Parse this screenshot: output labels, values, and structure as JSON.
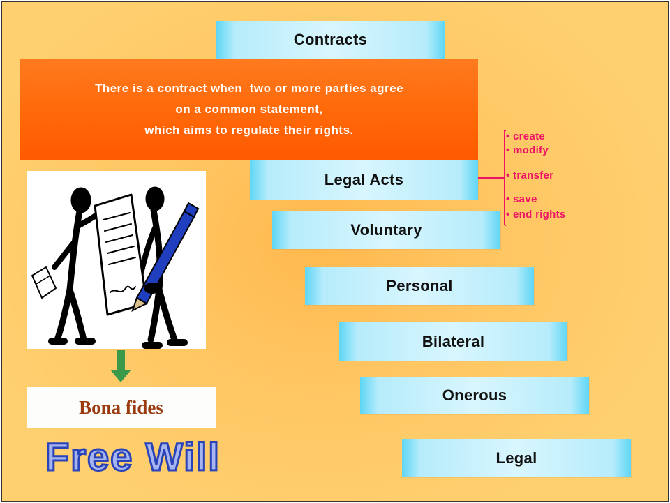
{
  "title": "Contracts",
  "definition": {
    "line1": "There is a contract when  two or more parties agree",
    "line2": "on a common statement,",
    "line3": "which aims to regulate their rights."
  },
  "boxes": {
    "legal_acts": "Legal Acts",
    "voluntary": "Voluntary",
    "personal": "Personal",
    "bilateral": "Bilateral",
    "onerous": "Onerous",
    "legal": "Legal"
  },
  "legal_act_effects": [
    "create",
    "modify",
    "transfer",
    "save",
    "end rights"
  ],
  "bona_fides": "Bona fides",
  "free_will": "Free Will",
  "colors": {
    "box_edge": "#5fd6f5",
    "box_center": "#d8f6fe",
    "definition_bg": "#ff6a0a",
    "effects_text": "#ee1166",
    "bona_fides_text": "#9a3b10",
    "free_will_fill": "#a6b4f0",
    "free_will_outline": "#2a44b8",
    "arrow": "#3a9a4a"
  },
  "icons": {
    "picture": "two-people-signing-contract-illustration",
    "arrow": "down-arrow-icon"
  }
}
